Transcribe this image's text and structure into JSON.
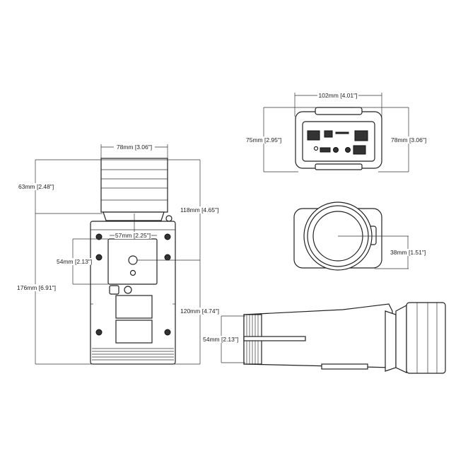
{
  "bottom_view": {
    "lens_width": "78mm [3.06\"]",
    "lens_length": "63mm [2.48\"]",
    "total_length": "176mm [6.91\"]",
    "mount_to_front": "118mm [4.65\"]",
    "mount_to_rear": "120mm [4.74\"]",
    "plate_width": "57mm [2.25\"]",
    "plate_height": "54mm [2.13\"]"
  },
  "rear_view": {
    "width": "102mm [4.01\"]",
    "height_left": "75mm [2.95\"]",
    "height_right": "78mm [3.06\"]"
  },
  "front_view": {
    "lens_center_height": "38mm [1.51\"]"
  },
  "side_view": {
    "height": "54mm [2.13\"]"
  }
}
